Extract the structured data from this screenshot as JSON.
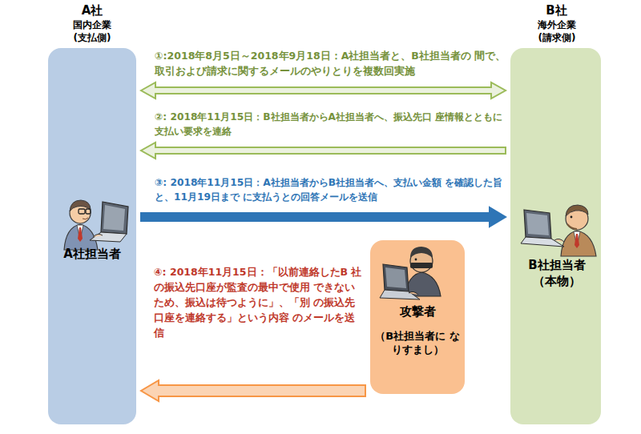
{
  "diagram": {
    "nodes": [
      {
        "text": [
          "A社",
          "国内企業 (支払側)",
          "A社担当者"
        ]
      },
      {
        "text": [
          "B社",
          "海外企業 (請求側)",
          "B社担当者 （本物）"
        ]
      },
      {
        "text": [
          "攻撃者",
          "（B社担当者に なりすまし）"
        ]
      }
    ],
    "edges": [
      {
        "from": 0,
        "to": 1,
        "arrow": "both",
        "label": "①:2018年8月5日～2018年9月18日：A社担当者と、B社担当者の 間で、取引および請求に関するメールのやりとりを複数回実施"
      },
      {
        "from": 1,
        "to": 0,
        "arrow": "to",
        "label": "②: 2018年11月15日：B社担当者からA社担当者へ、振込先口 座情報とともに支払い要求を連絡"
      },
      {
        "from": 0,
        "to": 1,
        "arrow": "to",
        "label": "③: 2018年11月15日：A社担当者からB社担当者へ、支払い金額 を確認した旨と、11月19日まで に支払うとの回答メールを送信"
      },
      {
        "from": 2,
        "to": 0,
        "arrow": "to",
        "label": "④: 2018年11月15日：「以前連絡したB 社の振込先口座が監査の最中で使用 できないため、振込は待つように」、「別 の振込先口座を連絡する」という内容 のメールを送信"
      }
    ]
  }
}
